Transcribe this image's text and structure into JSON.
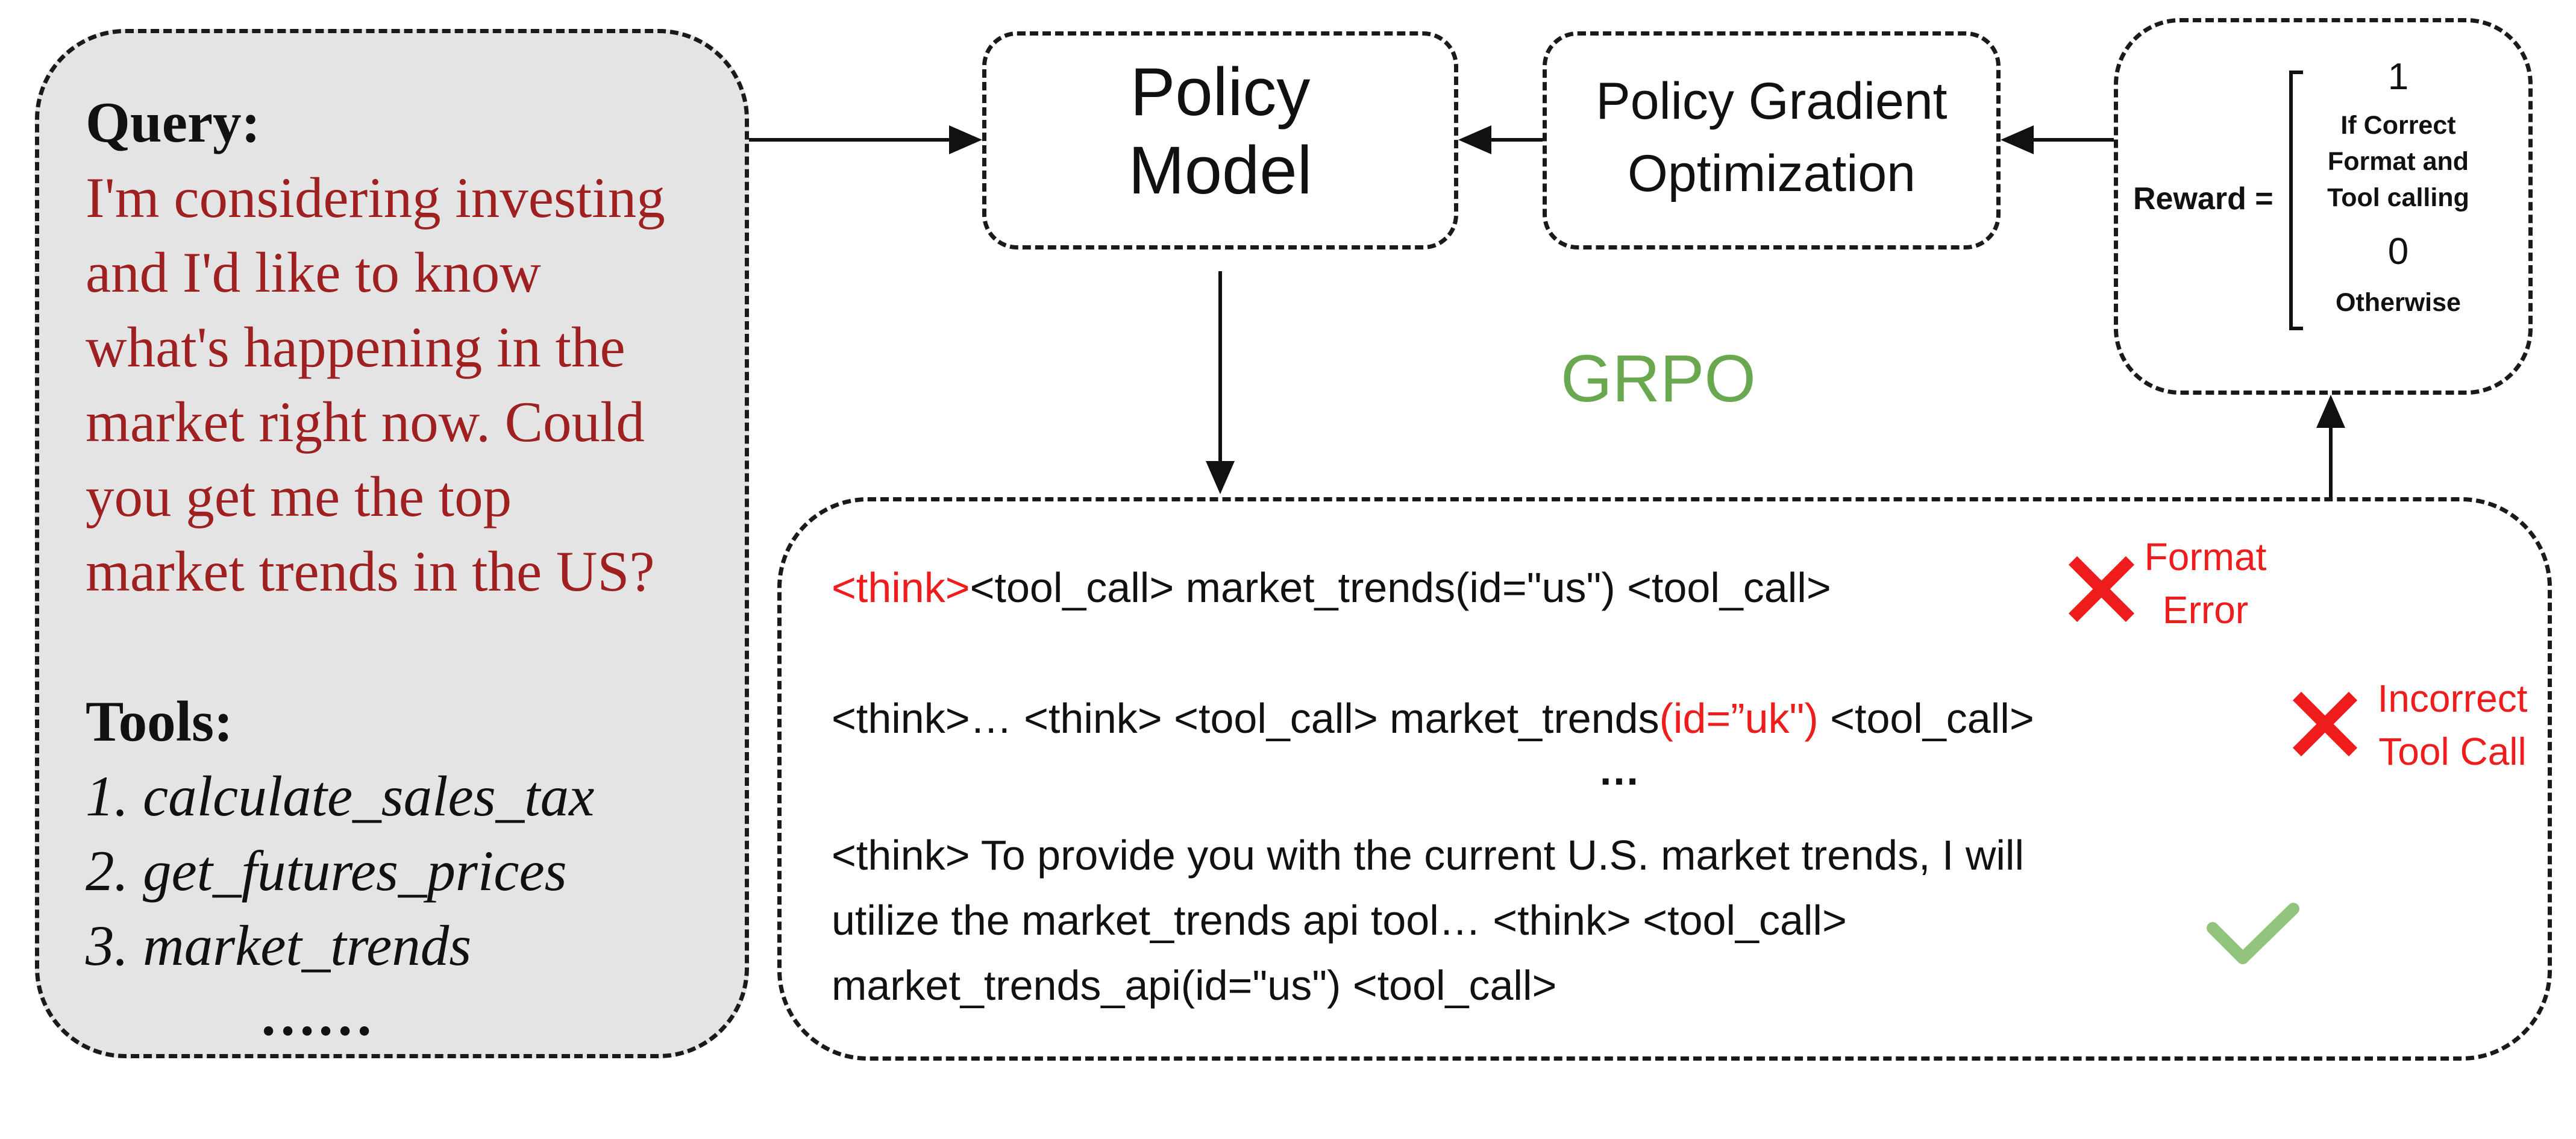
{
  "query": {
    "label": "Query:",
    "lines": [
      "I'm considering investing",
      "and I'd like to know",
      "what's happening in the",
      "market right now. Could",
      "you get me the top",
      "market trends in the US?"
    ]
  },
  "tools": {
    "label": "Tools:",
    "items": [
      "1. calculate_sales_tax",
      "2. get_futures_prices",
      "3. market_trends"
    ],
    "more": "……"
  },
  "policy_model": {
    "line1": "Policy",
    "line2": "Model"
  },
  "pgo": {
    "line1": "Policy Gradient",
    "line2": "Optimization"
  },
  "reward": {
    "label": "Reward =",
    "value_correct": "1",
    "condition_correct": [
      "If Correct",
      "Format  and",
      "Tool calling"
    ],
    "value_otherwise": "0",
    "condition_otherwise": "Otherwise"
  },
  "grpo_label": "GRPO",
  "outputs": {
    "line1": {
      "red_prefix": "<think>",
      "text": "<tool_call> market_trends(id=\"us\") <tool_call>",
      "error": [
        "Format",
        "Error"
      ]
    },
    "line2": {
      "text_before": "<think>… <think> <tool_call> market_trends",
      "red_part": "(id=”uk\")",
      "text_after": " <tool_call>",
      "error": [
        "Incorrect",
        "Tool Call"
      ]
    },
    "ellipsis": "…",
    "line3": [
      "<think> To provide you with the current U.S. market trends, I will",
      "utilize the market_trends api tool… <think> <tool_call>",
      "market_trends_api(id=\"us\") <tool_call>"
    ]
  },
  "colors": {
    "query_text": "#9e2021",
    "error_red": "#ee1c1c",
    "check_green": "#93c47d",
    "grpo_green": "#6aa84f",
    "query_bg": "#e4e4e4"
  }
}
